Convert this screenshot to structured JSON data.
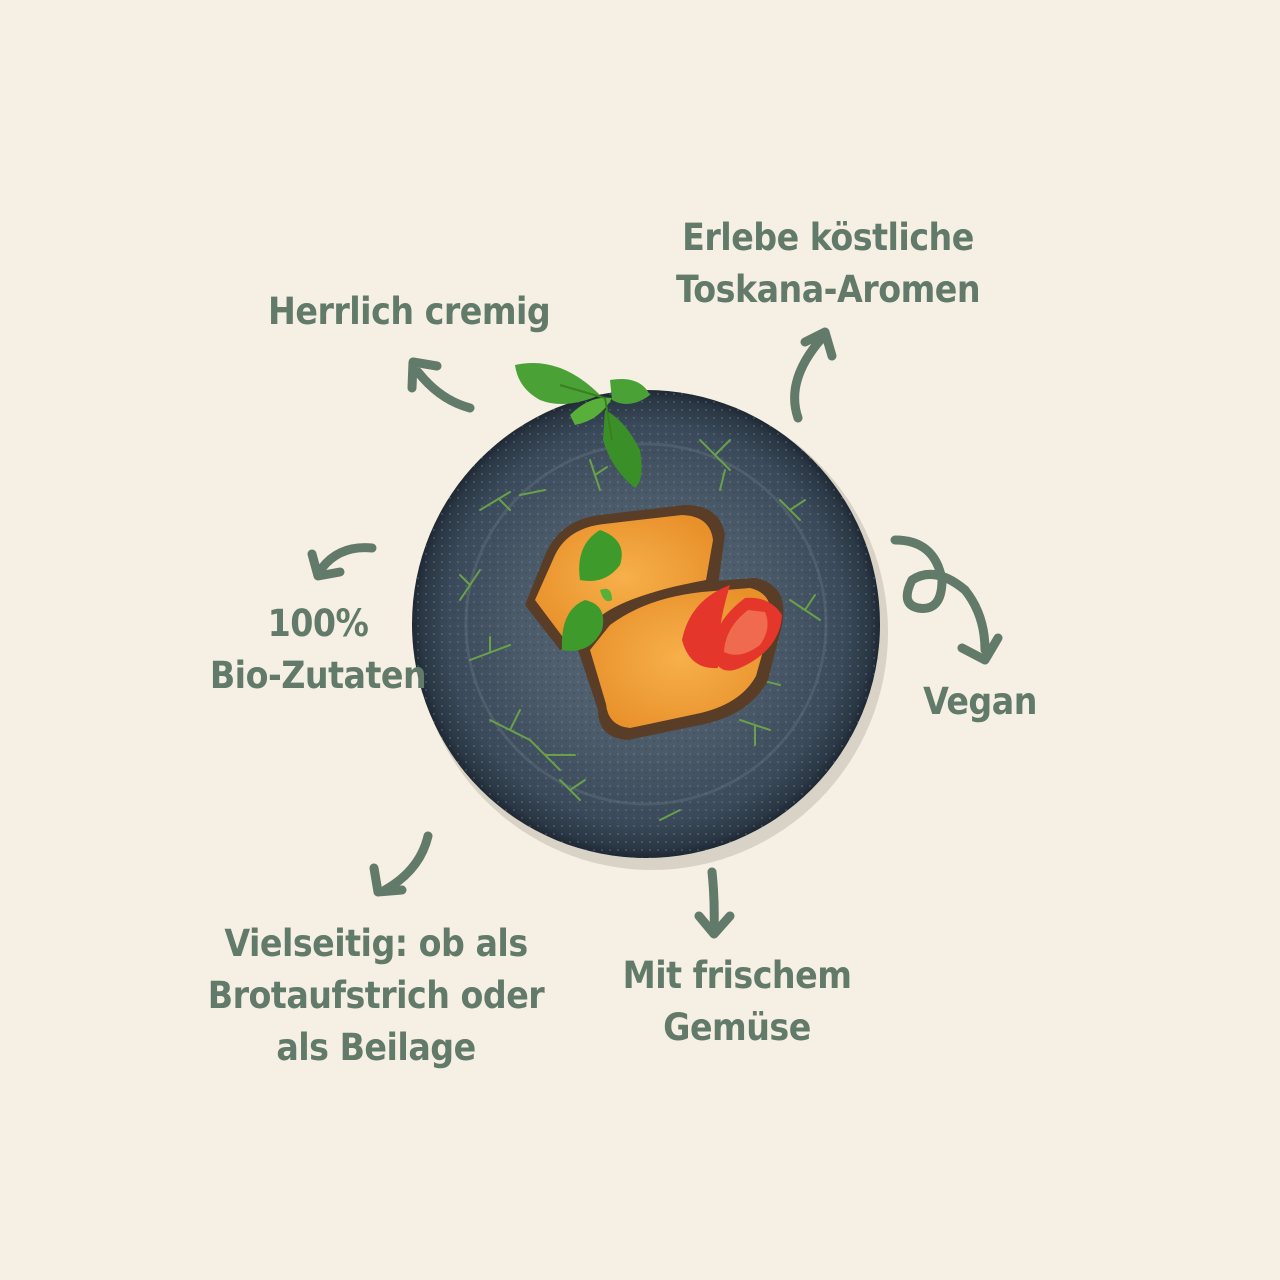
{
  "labels": {
    "creamy": "Herrlich cremig",
    "aromas_line1": "Erlebe köstliche",
    "aromas_line2": "Toskana-Aromen",
    "organic_line1": "100%",
    "organic_line2": "Bio-Zutaten",
    "vegan": "Vegan",
    "versatile_line1": "Vielseitig: ob als",
    "versatile_line2": "Brotaufstrich oder",
    "versatile_line3": "als Beilage",
    "vegetables_line1": "Mit frischem",
    "vegetables_line2": "Gemüse"
  },
  "colors": {
    "background": "#f6efe3",
    "text": "#627a6a",
    "plate": "#3b4a5a",
    "spread": "#f0a23a",
    "tomato": "#e5362b",
    "basil": "#3f9a2c"
  },
  "icons": [
    "arrow-icon"
  ]
}
